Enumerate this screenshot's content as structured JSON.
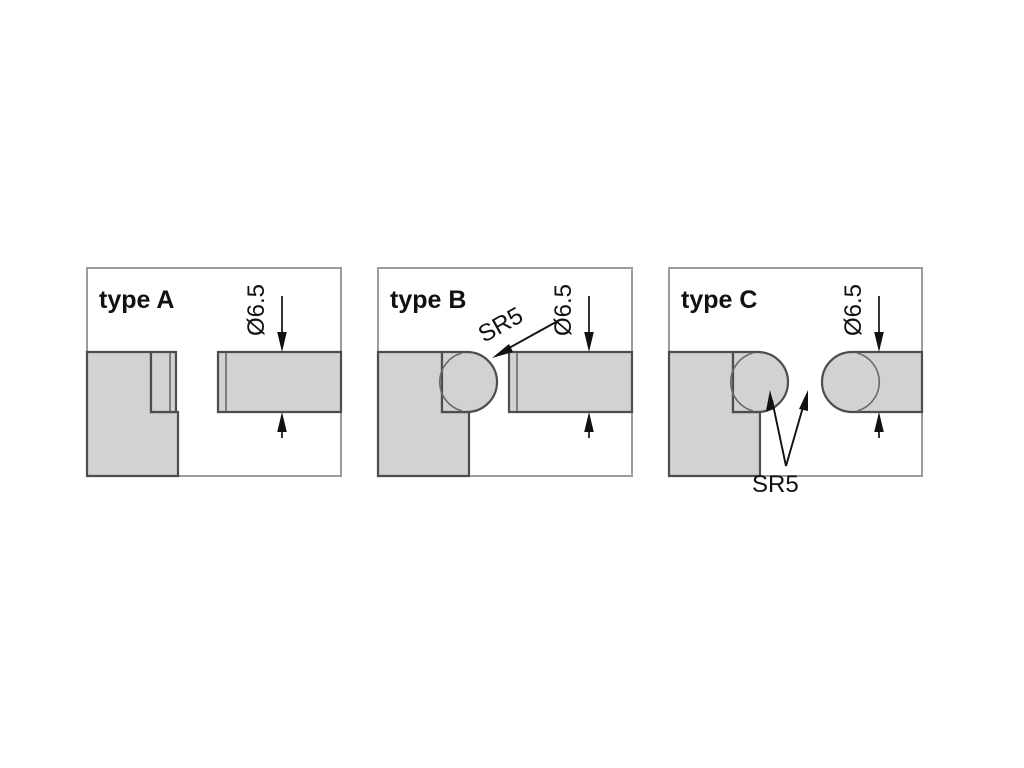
{
  "figure": {
    "kind": "engineering-drawing",
    "background_color": "#ffffff",
    "part_fill_color": "#d2d2d2",
    "part_outline_color": "#4d4d4d",
    "frame_color": "#9b9b9b",
    "annotation_color": "#111111"
  },
  "panels": [
    {
      "id": "a",
      "title": "type A",
      "dimension_label": "Ø6.5",
      "radius_labels": [],
      "tip_style": "flat",
      "bar_tip_style": "flat"
    },
    {
      "id": "b",
      "title": "type B",
      "dimension_label": "Ø6.5",
      "radius_labels": [
        "SR5"
      ],
      "tip_style": "spherical",
      "bar_tip_style": "flat"
    },
    {
      "id": "c",
      "title": "type C",
      "dimension_label": "Ø6.5",
      "radius_labels": [
        "SR5"
      ],
      "tip_style": "spherical",
      "bar_tip_style": "spherical"
    }
  ]
}
